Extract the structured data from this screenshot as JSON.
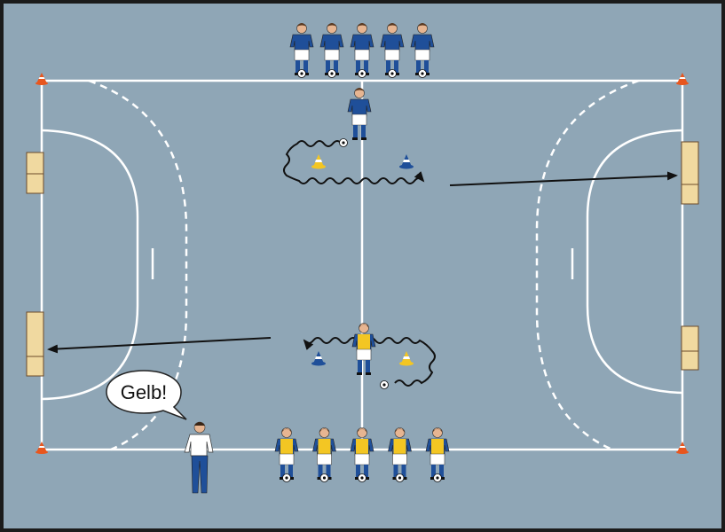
{
  "coach": {
    "callout": "Gelb!"
  },
  "teams": {
    "blue": {
      "jersey": "#1f4f99",
      "shorts": "#ffffff",
      "socks": "#1f4f99",
      "count_waiting": 5
    },
    "yellow": {
      "bib": "#f3c623",
      "sleeves": "#1f4f99",
      "shorts": "#ffffff",
      "socks": "#1f4f99",
      "count_waiting": 5
    }
  },
  "colors": {
    "field": "#8fa6b6",
    "lines": "#ffffff",
    "frame": "#1b1b1b",
    "goal": "#f0d9a0",
    "cone_orange": "#e8561e"
  }
}
